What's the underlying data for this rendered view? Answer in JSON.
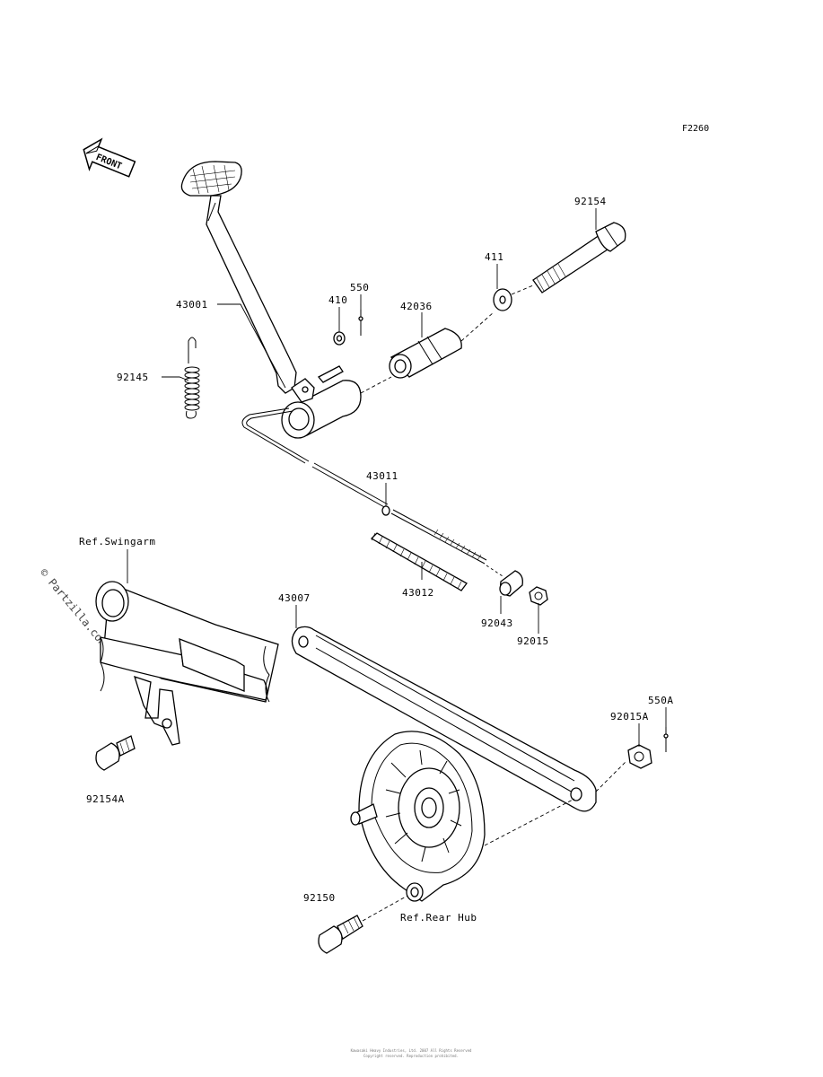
{
  "figure_code": "F2260",
  "front_label": "FRONT",
  "watermark": "© Partzilla.com",
  "footer_line1": "Kawasaki Heavy Industries, Ltd. 2007 All Rights Reserved",
  "footer_line2": "Copyright reserved. Reproduction prohibited.",
  "parts": {
    "p43001": "43001",
    "p92145": "92145",
    "p410": "410",
    "p550": "550",
    "p42036": "42036",
    "p411": "411",
    "p92154": "92154",
    "p43011": "43011",
    "p43012": "43012",
    "p92043": "92043",
    "p92015": "92015",
    "p43007": "43007",
    "p92015A": "92015A",
    "p550A": "550A",
    "p92154A": "92154A",
    "p92150": "92150"
  },
  "refs": {
    "swingarm": "Ref.Swingarm",
    "rear_hub": "Ref.Rear Hub"
  }
}
